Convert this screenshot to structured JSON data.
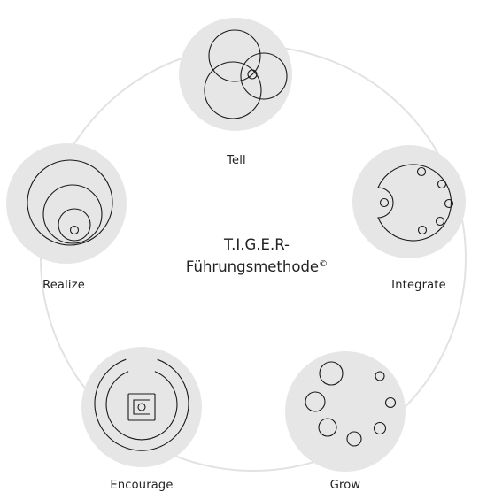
{
  "diagram": {
    "title_line1": "T.I.G.E.R-",
    "title_line2": "Führungsmethode",
    "title_mark": "©",
    "nodes": [
      {
        "id": "tell",
        "label": "Tell"
      },
      {
        "id": "integrate",
        "label": "Integrate"
      },
      {
        "id": "grow",
        "label": "Grow"
      },
      {
        "id": "encourage",
        "label": "Encourage"
      },
      {
        "id": "realize",
        "label": "Realize"
      }
    ]
  },
  "colors": {
    "node_fill": "#e6e6e6",
    "ring": "#e2e2e2",
    "stroke": "#1a1a1a",
    "text": "#222222"
  }
}
